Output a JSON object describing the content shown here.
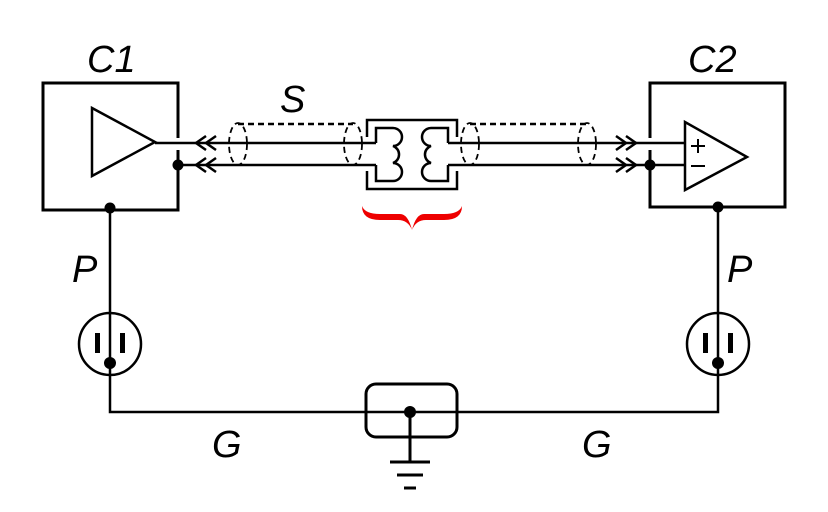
{
  "labels": {
    "c1": "C1",
    "c2": "C2",
    "s": "S",
    "p_left": "P",
    "p_right": "P",
    "g_left": "G",
    "g_right": "G"
  },
  "colors": {
    "stroke": "#000000",
    "highlight": "#ee0000"
  }
}
